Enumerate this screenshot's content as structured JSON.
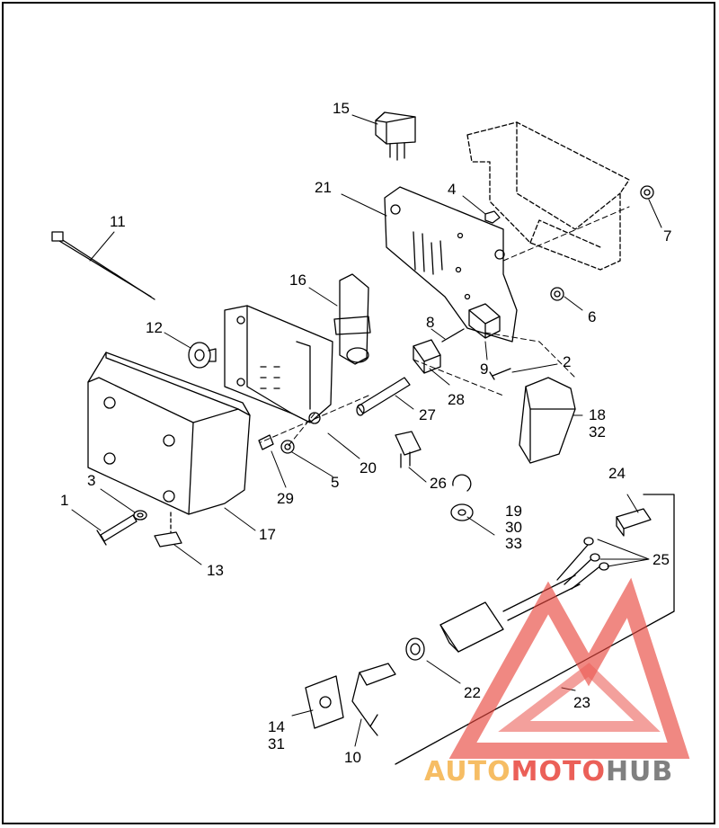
{
  "callouts": {
    "c1": "1",
    "c2": "2",
    "c3": "3",
    "c4": "4",
    "c5": "5",
    "c6": "6",
    "c7": "7",
    "c8": "8",
    "c9": "9",
    "c10": "10",
    "c11": "11",
    "c12": "12",
    "c13": "13",
    "c14": "14",
    "c15": "15",
    "c16": "16",
    "c17": "17",
    "c18": "18",
    "c19": "19",
    "c20": "20",
    "c21": "21",
    "c22": "22",
    "c23": "23",
    "c24": "24",
    "c25": "25",
    "c26": "26",
    "c27": "27",
    "c28": "28",
    "c29": "29",
    "c30": "30",
    "c31": "31",
    "c32": "32",
    "c33": "33"
  },
  "watermark": {
    "text_a": "AUTO",
    "text_b": "MOTO",
    "text_c": "HUB",
    "color_orange": "#f5b24a",
    "color_red": "#e8453c",
    "color_gray": "#6b6b6b"
  }
}
